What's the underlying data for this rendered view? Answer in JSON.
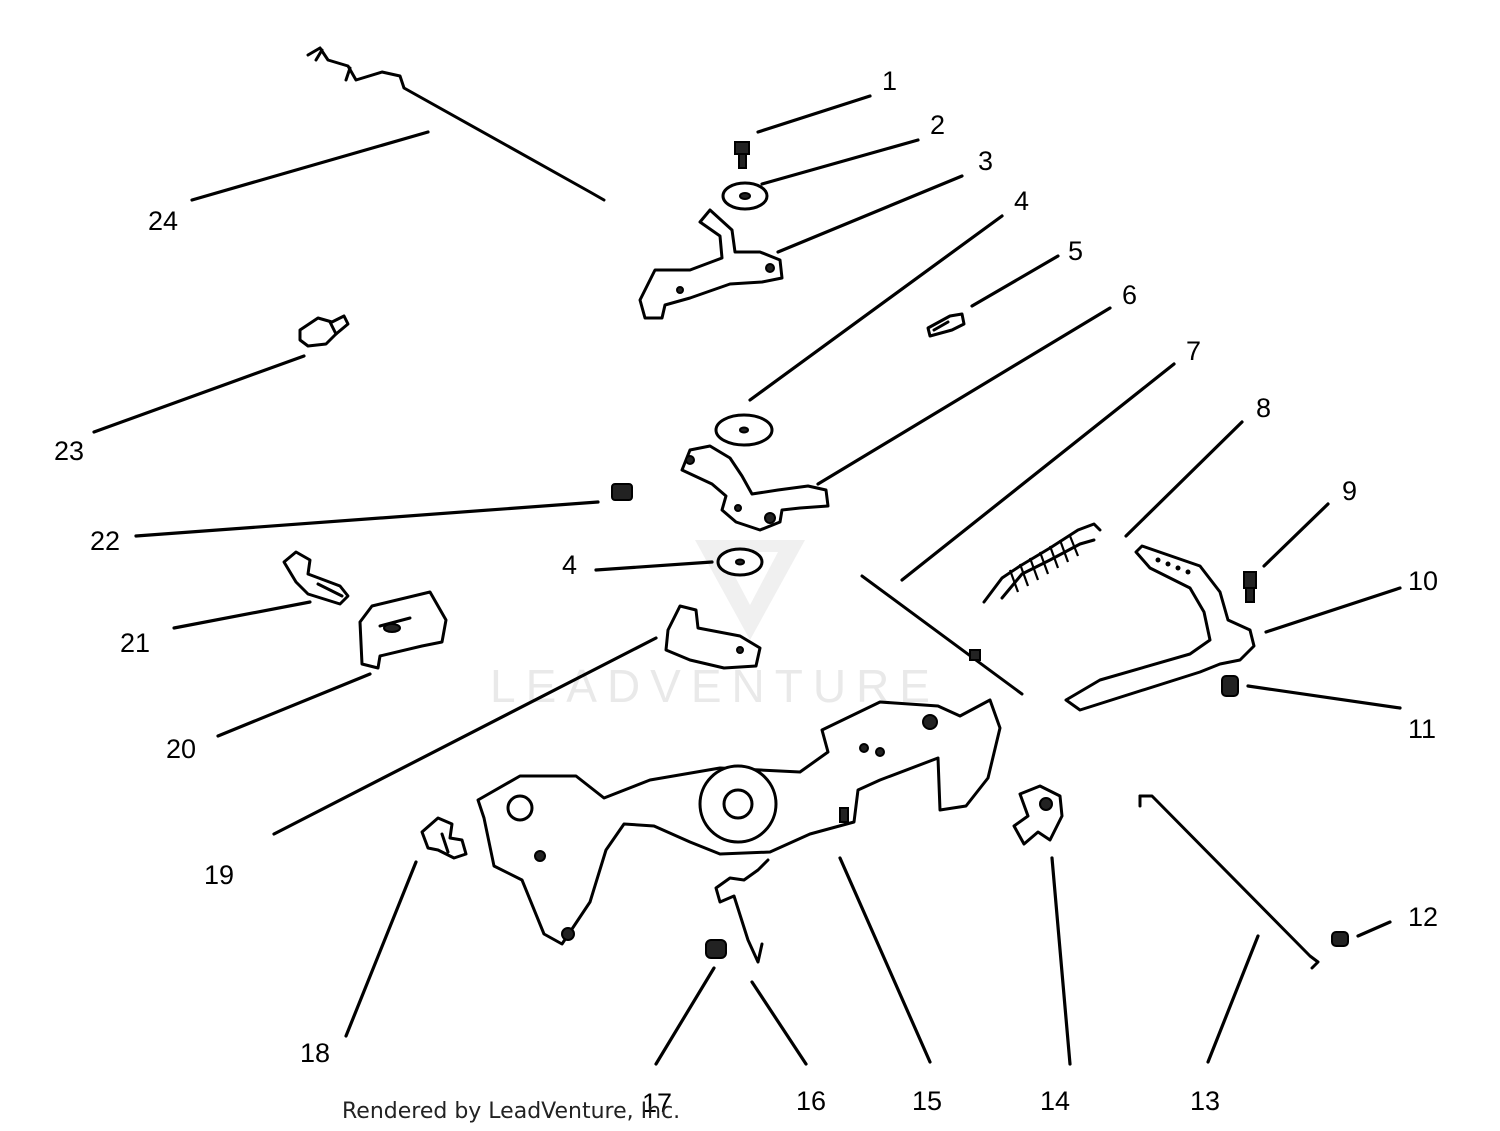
{
  "diagram": {
    "callouts": [
      {
        "id": "1",
        "label": "1"
      },
      {
        "id": "2",
        "label": "2"
      },
      {
        "id": "3",
        "label": "3"
      },
      {
        "id": "4a",
        "label": "4"
      },
      {
        "id": "5",
        "label": "5"
      },
      {
        "id": "6",
        "label": "6"
      },
      {
        "id": "7",
        "label": "7"
      },
      {
        "id": "8",
        "label": "8"
      },
      {
        "id": "9",
        "label": "9"
      },
      {
        "id": "10",
        "label": "10"
      },
      {
        "id": "11",
        "label": "11"
      },
      {
        "id": "12",
        "label": "12"
      },
      {
        "id": "13",
        "label": "13"
      },
      {
        "id": "14",
        "label": "14"
      },
      {
        "id": "15",
        "label": "15"
      },
      {
        "id": "16",
        "label": "16"
      },
      {
        "id": "17",
        "label": "17"
      },
      {
        "id": "18",
        "label": "18"
      },
      {
        "id": "19",
        "label": "19"
      },
      {
        "id": "20",
        "label": "20"
      },
      {
        "id": "21",
        "label": "21"
      },
      {
        "id": "22",
        "label": "22"
      },
      {
        "id": "23",
        "label": "23"
      },
      {
        "id": "24",
        "label": "24"
      },
      {
        "id": "4b",
        "label": "4"
      }
    ],
    "watermark": "LEADVENTURE",
    "credit": "Rendered by LeadVenture, Inc."
  }
}
